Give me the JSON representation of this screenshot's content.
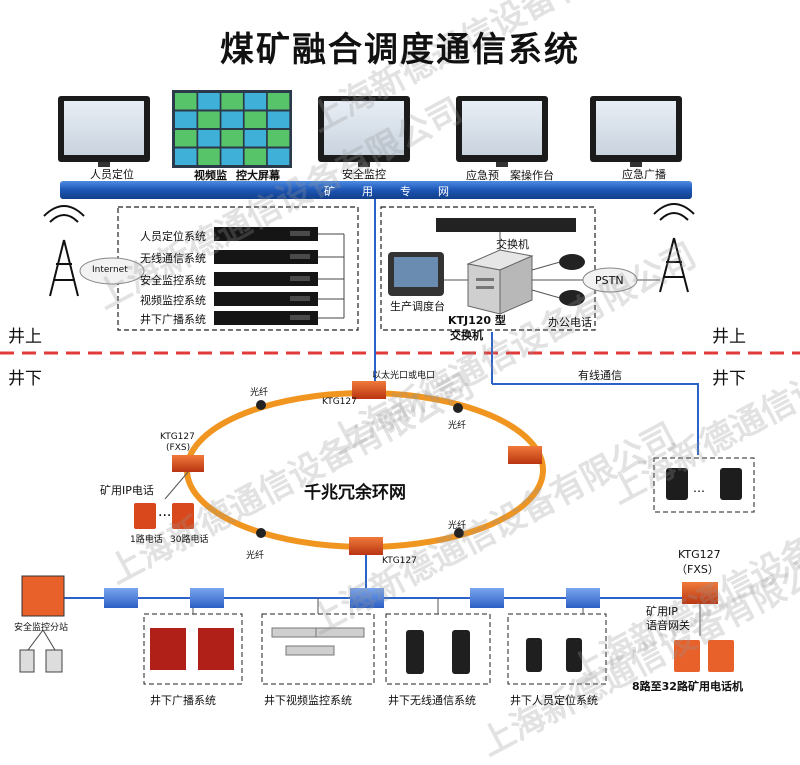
{
  "title": "煤矿融合调度通信系统",
  "colors": {
    "network_bar": "#1d56b5",
    "ring": "#f0951f",
    "switch": "#d9481c",
    "boundary": "#e03a3a",
    "gateway": "#2c6bd8",
    "line": "#2a62c9"
  },
  "top_row": {
    "personnel_positioning": "人员定位",
    "video_wall": "视频监",
    "control_screen": "控大屏幕",
    "safety_monitoring": "安全监控",
    "emergency_plan": "应急预",
    "dispatch_console": "案操作台",
    "emergency_broadcast": "应急广播"
  },
  "network_bar": {
    "chars": [
      "矿",
      "用",
      "专",
      "网"
    ]
  },
  "server_rack": {
    "items": [
      "人员定位系统",
      "无线通信系统",
      "安全监控系统",
      "视频监控系统",
      "井下广播系统"
    ]
  },
  "internet_label": "Internet",
  "pstn_label": "PSTN",
  "switch_label": "交换机",
  "dispatch_desk_label": "生产调度台",
  "office_phone_label": "办公电话",
  "ktj_model": "KTJ120 型",
  "ktj_name": "交换机",
  "zones": {
    "above_left": "井上",
    "above_right": "井上",
    "below_left": "井下",
    "below_right": "井下"
  },
  "wired_comm": "有线通信",
  "ring": {
    "name": "千兆冗余环网",
    "top_port": "以太光口或电口",
    "node_top": "KTG127",
    "node_left_model": "KTG127",
    "node_left_sub": "(FXS)",
    "node_bottom": "KTG127",
    "fiber": [
      "光纤",
      "光纤",
      "光纤",
      "光纤"
    ]
  },
  "ip_phone": {
    "title": "矿用IP电话",
    "first": "1路电话",
    "last": "30路电话"
  },
  "bottom": {
    "safety_substation": "安全监控分站",
    "fxs_model": "KTG127",
    "fxs_sub": "（FXS）",
    "voice_gateway_1": "矿用IP",
    "voice_gateway_2": "语音网关",
    "systems": [
      "井下广播系统",
      "井下视频监控系统",
      "井下无线通信系统",
      "井下人员定位系统"
    ],
    "phones_caption": "8路至32路矿用电话机"
  },
  "watermarks": [
    "上海新德通信设备有限公司",
    "上海新德通信设备有限公司",
    "上海新德通信设备有限公司",
    "上海新德通信设备有限公司",
    "上海新德通信设备有限公司",
    "上海新德通信设备有限公司",
    "上海新德通信设备有限公司",
    "上海新德通信设备有限公司"
  ]
}
